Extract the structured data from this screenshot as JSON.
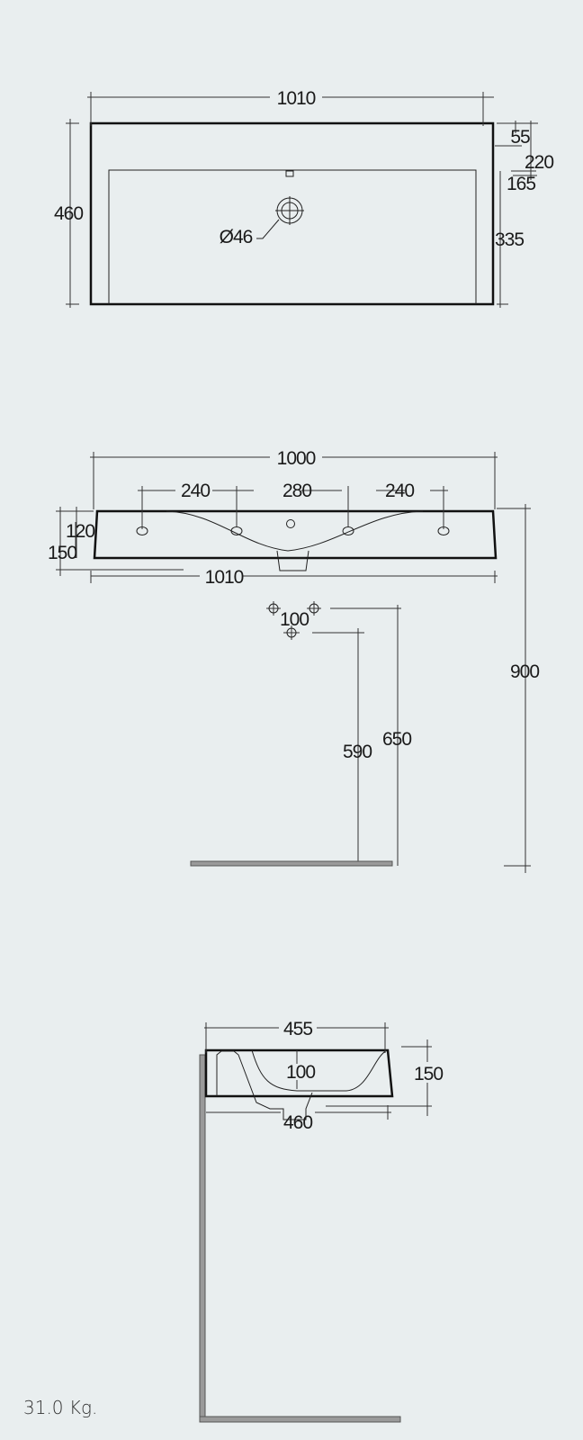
{
  "top_view": {
    "width": "1010",
    "depth": "460",
    "d55": "55",
    "d220": "220",
    "d165": "165",
    "d335": "335",
    "drain": "Ø46"
  },
  "front_view": {
    "width_top": "1000",
    "hole_spacing_left": "240",
    "hole_spacing_mid": "280",
    "hole_spacing_right": "240",
    "h120": "120",
    "h150": "150",
    "width_bottom": "1010",
    "trap_spacing": "100",
    "h900": "900",
    "h650": "650",
    "h590": "590"
  },
  "side_view": {
    "depth_top": "455",
    "bowl_depth": "100",
    "height": "150",
    "depth_bottom": "460"
  },
  "weight": "31.0 Kg."
}
